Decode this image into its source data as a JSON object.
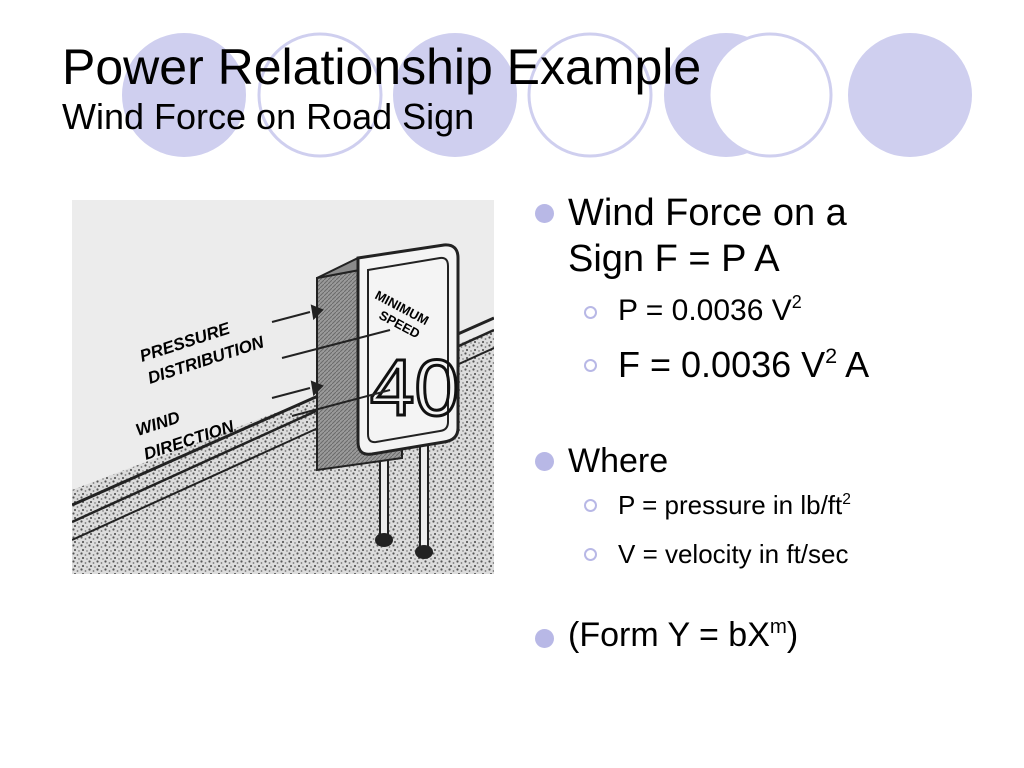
{
  "title": {
    "main": "Power Relationship Example",
    "sub": "Wind Force on Road Sign"
  },
  "illustration": {
    "sign_line1": "MINIMUM",
    "sign_line2": "SPEED",
    "sign_number": "40",
    "label_pressure_1": "PRESSURE",
    "label_pressure_2": "DISTRIBUTION",
    "label_wind_1": "WIND",
    "label_wind_2": "DIRECTION"
  },
  "bullets": {
    "force_line1": "Wind Force on a",
    "force_line2": "Sign  F = P A",
    "pressure_eq": "P = 0.0036 V",
    "pressure_exp": "2",
    "force_eq": "F = 0.0036 V",
    "force_exp": "2",
    "force_tail": " A",
    "where": "Where",
    "p_def": "P = pressure in lb/ft",
    "p_def_exp": "2",
    "v_def": "V = velocity in ft/sec",
    "form_prefix": "(Form Y = bX",
    "form_exp": "m",
    "form_suffix": ")"
  },
  "colors": {
    "accent_fill": "#c9c9ee",
    "accent_ring": "#c9c9ee",
    "bullet": "#b8b8e6"
  }
}
